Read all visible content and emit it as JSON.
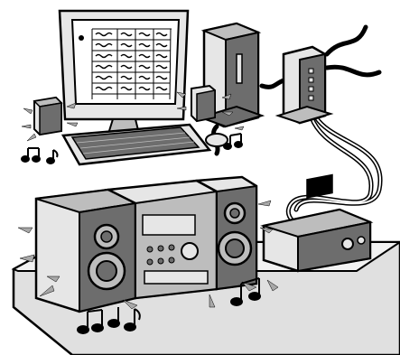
{
  "illustration": {
    "objects": [
      "computer-monitor",
      "keyboard",
      "mouse",
      "pc-tower",
      "desktop-speakers",
      "wireless-router",
      "network-audio-player",
      "bookshelf-stereo-system",
      "bookshelf-speakers",
      "table"
    ],
    "icons": [
      "music-note-icon",
      "sound-wave-icon"
    ],
    "colors": {
      "outline": "#000000",
      "light_gray": "#e6e6e6",
      "mid_gray": "#bdbdbd",
      "dark_gray": "#6d6d6d",
      "sound_wave_gray": "#a8a8a8",
      "table_gray": "#e0e0e0",
      "screen_bg": "#ffffff"
    }
  }
}
